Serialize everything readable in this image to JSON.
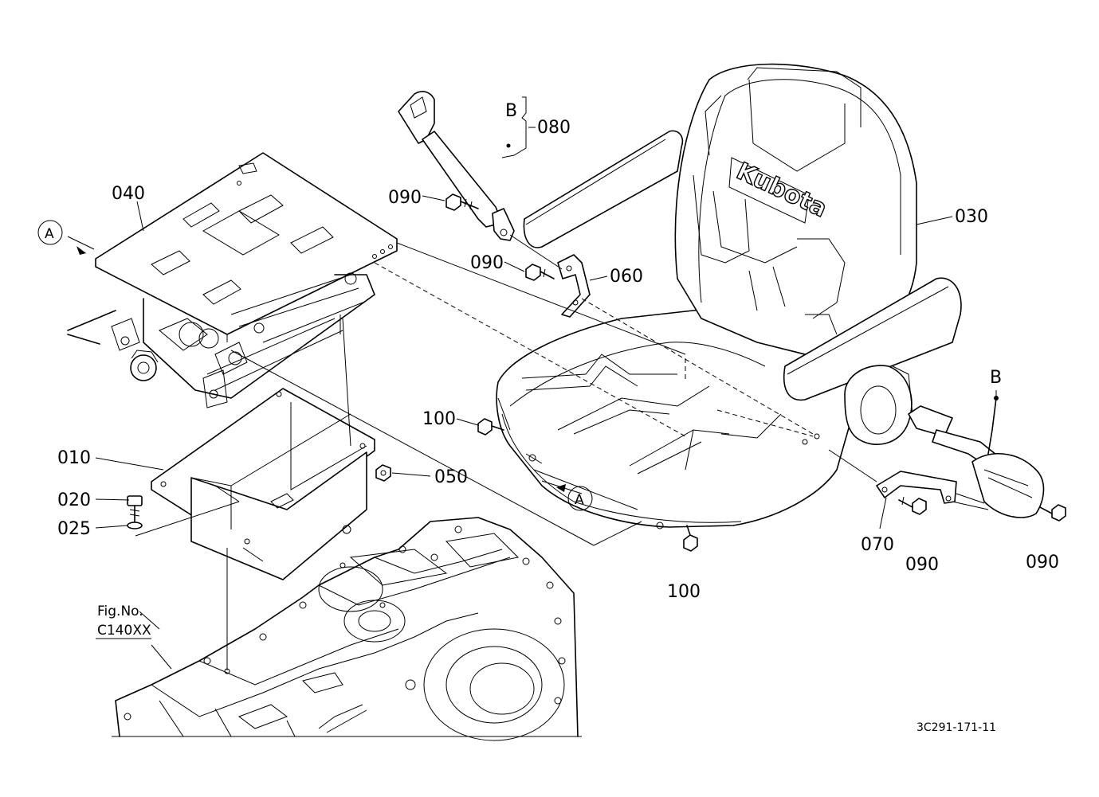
{
  "diagram": {
    "drawing_number": "3C291-171-11",
    "brand": "Kubota",
    "figure_reference": {
      "line1": "Fig.No.",
      "line2": "C140XX"
    },
    "reference_markers": {
      "a": "A",
      "b": "B"
    },
    "part_labels": {
      "p010": "010",
      "p020": "020",
      "p025": "025",
      "p030": "030",
      "p040": "040",
      "p050": "050",
      "p060": "060",
      "p070": "070",
      "p080": "080",
      "p090a": "090",
      "p090b": "090",
      "p090c": "090",
      "p090d": "090",
      "p100a": "100",
      "p100b": "100"
    }
  }
}
